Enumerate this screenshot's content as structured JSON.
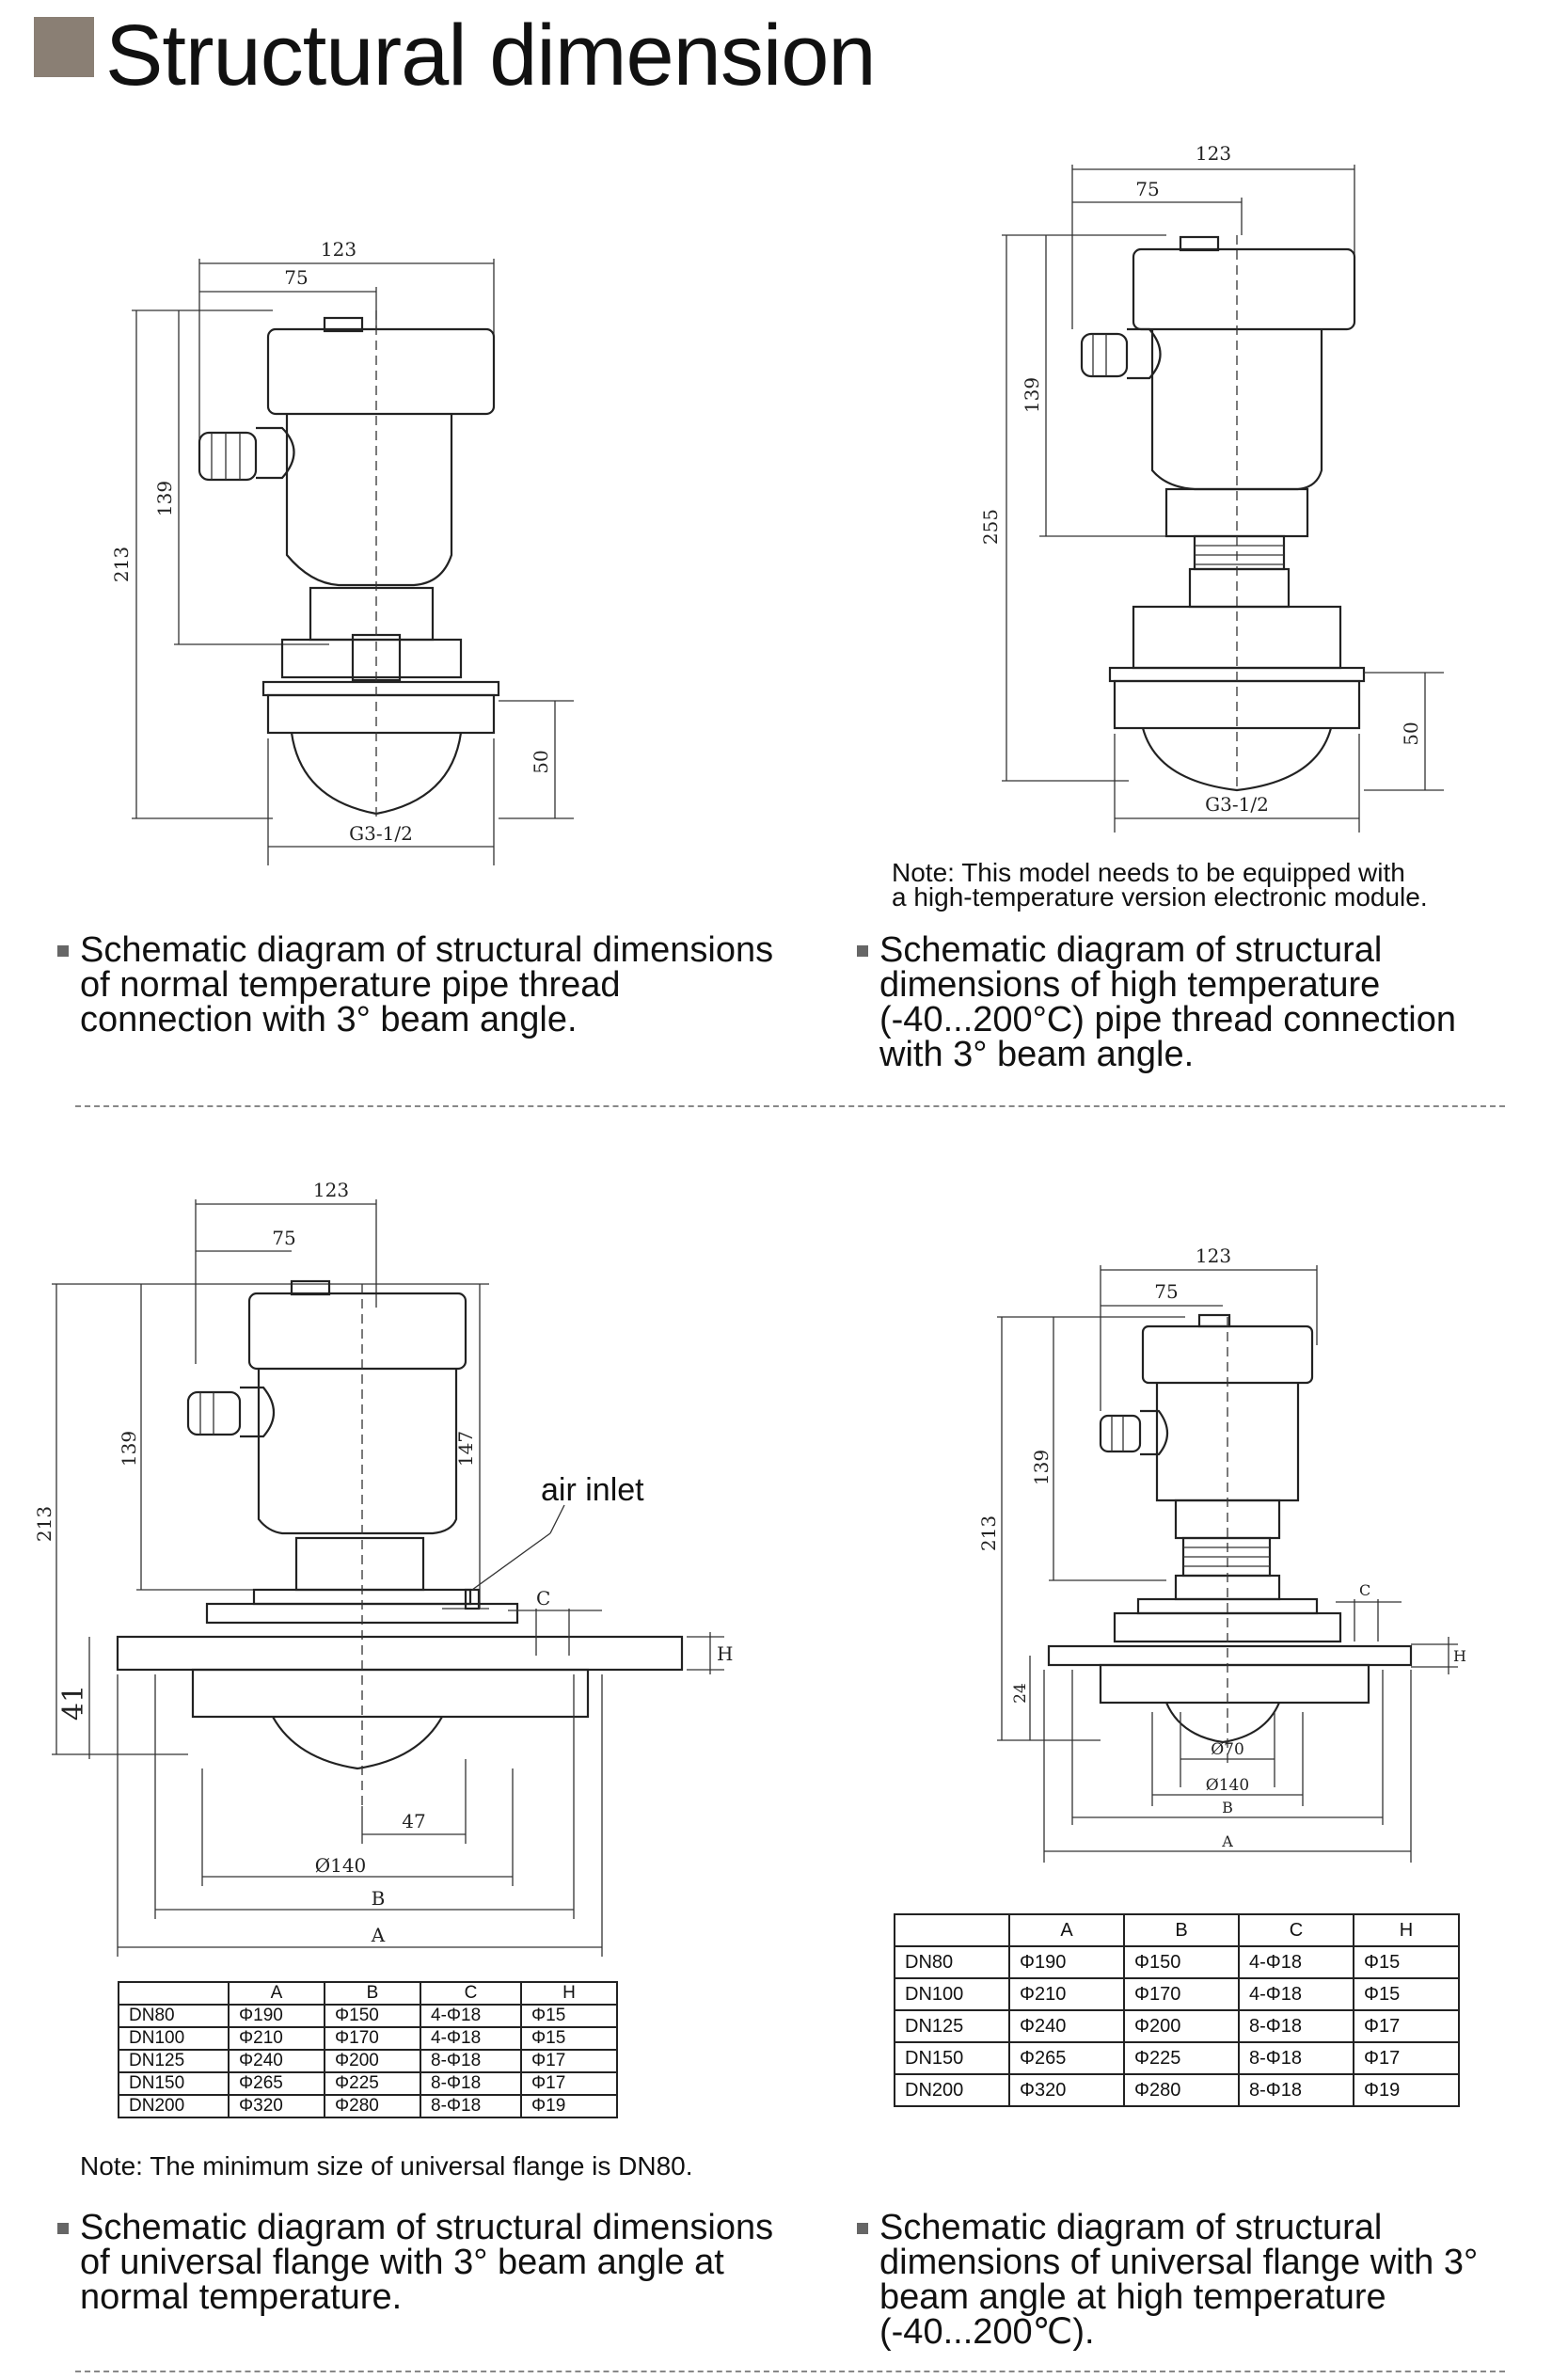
{
  "header": {
    "title": "Structural dimension"
  },
  "diagrams": {
    "d1": {
      "dims": [
        "123",
        "75",
        "213",
        "139",
        "50",
        "G3-1/2"
      ]
    },
    "d2": {
      "dims": [
        "123",
        "75",
        "255",
        "139",
        "50",
        "G3-1/2"
      ]
    },
    "d3": {
      "dims": [
        "123",
        "75",
        "213",
        "139",
        "147",
        "41",
        "47",
        "140",
        "B",
        "A",
        "C",
        "H"
      ],
      "air_inlet": "air inlet",
      "phi": "Ø"
    },
    "d4": {
      "dims": [
        "123",
        "75",
        "213",
        "139",
        "24",
        "70",
        "140",
        "B",
        "A",
        "C",
        "H"
      ],
      "phi": "Ø"
    }
  },
  "notes": {
    "high_temp_module_1": "Note: This model needs to be equipped with",
    "high_temp_module_2": "a high-temperature version electronic module.",
    "flange_min": "Note: The minimum size of universal flange is DN80."
  },
  "captions": {
    "c1": [
      "Schematic diagram of structural dimensions",
      "of normal temperature pipe thread",
      "connection with 3° beam angle."
    ],
    "c2": [
      "Schematic diagram of structural",
      "dimensions of high temperature",
      "(-40...200°C) pipe thread connection",
      "with 3° beam angle."
    ],
    "c3": [
      "Schematic diagram of structural dimensions",
      "of universal flange with 3° beam angle at",
      "normal temperature."
    ],
    "c4": [
      "Schematic diagram of structural",
      "dimensions of universal flange with 3°",
      "beam angle at high temperature",
      "(-40...200℃)."
    ]
  },
  "table": {
    "headers": [
      "",
      "A",
      "B",
      "C",
      "H"
    ],
    "rows": [
      [
        "DN80",
        "Φ190",
        "Φ150",
        "4-Φ18",
        "Φ15"
      ],
      [
        "DN100",
        "Φ210",
        "Φ170",
        "4-Φ18",
        "Φ15"
      ],
      [
        "DN125",
        "Φ240",
        "Φ200",
        "8-Φ18",
        "Φ17"
      ],
      [
        "DN150",
        "Φ265",
        "Φ225",
        "8-Φ18",
        "Φ17"
      ],
      [
        "DN200",
        "Φ320",
        "Φ280",
        "8-Φ18",
        "Φ19"
      ]
    ]
  },
  "colors": {
    "header_square": "#8a7f74",
    "bullet": "#666666",
    "line": "#222222"
  }
}
